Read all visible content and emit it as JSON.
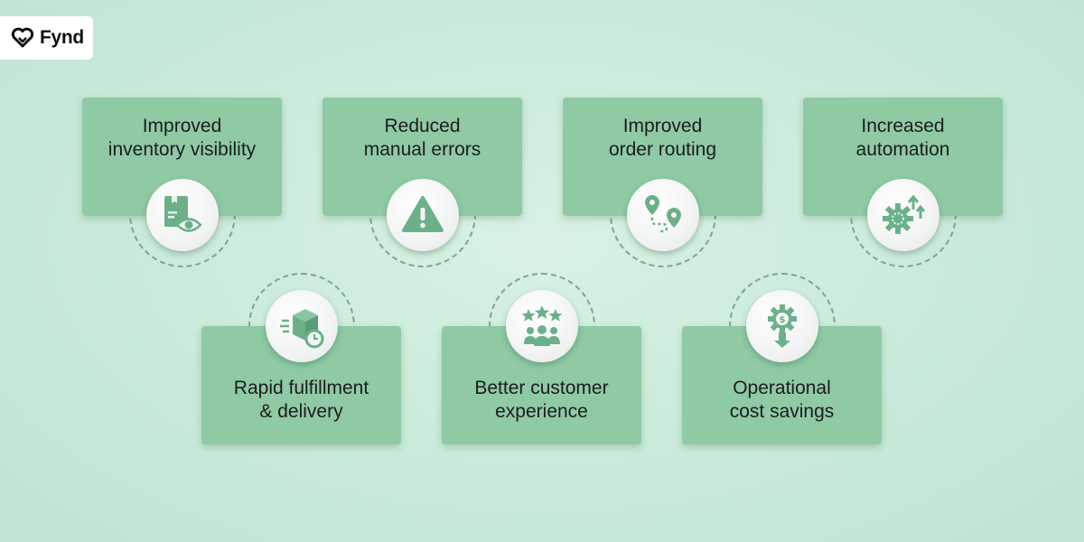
{
  "brand": {
    "name": "Fynd"
  },
  "colors": {
    "card": "#8fcaa5",
    "icon": "#6cb08a",
    "background": "#c9eada"
  },
  "benefits": [
    {
      "line1": "Improved",
      "line2": "inventory visibility",
      "icon": "box-eye-icon"
    },
    {
      "line1": "Reduced",
      "line2": "manual errors",
      "icon": "warning-icon"
    },
    {
      "line1": "Improved",
      "line2": "order routing",
      "icon": "route-pins-icon"
    },
    {
      "line1": "Increased",
      "line2": "automation",
      "icon": "gear-arrows-icon"
    },
    {
      "line1": "Rapid fulfillment",
      "line2": "& delivery",
      "icon": "package-clock-icon"
    },
    {
      "line1": "Better customer",
      "line2": "experience",
      "icon": "stars-people-icon"
    },
    {
      "line1": "Operational",
      "line2": "cost savings",
      "icon": "gear-dollar-icon"
    }
  ]
}
